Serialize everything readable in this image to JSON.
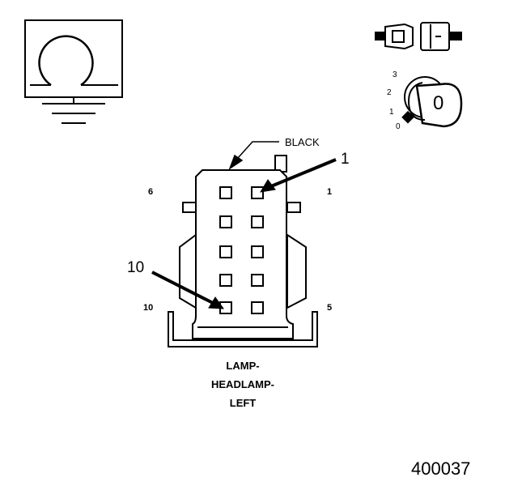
{
  "connector": {
    "color_label": "BLACK",
    "callout_top": "1",
    "callout_left": "10",
    "pin_label_top_left": "6",
    "pin_label_top_right": "1",
    "pin_label_bottom_left": "10",
    "pin_label_bottom_right": "5"
  },
  "key_switch": {
    "positions": [
      "3",
      "2",
      "1",
      "0"
    ],
    "key_label": "0"
  },
  "caption": {
    "line1": "LAMP-",
    "line2": "HEADLAMP-",
    "line3": "LEFT"
  },
  "figure_id": "400037",
  "icons": {
    "ground_symbol": "ground-symbol-icon",
    "connector_mate": "connector-mate-icon",
    "ignition_key": "ignition-key-icon"
  }
}
